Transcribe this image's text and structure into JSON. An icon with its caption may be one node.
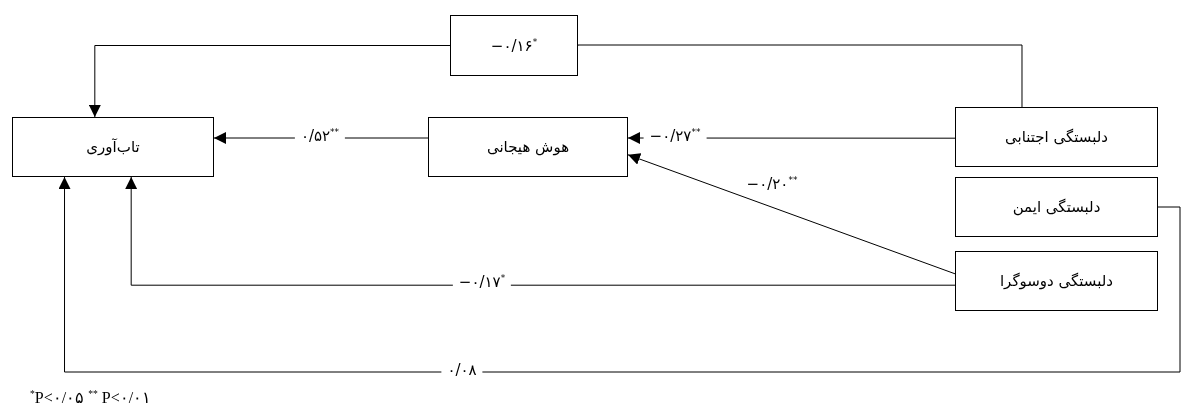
{
  "diagram": {
    "nodes": [
      {
        "text": [
          "تاب‌آوری"
        ]
      },
      {
        "text": [
          "هوش هیجانی"
        ]
      },
      {
        "text": [
          "−۰/۱۶$^{*}$"
        ]
      },
      {
        "text": [
          "دلبستگی اجتنابی"
        ]
      },
      {
        "text": [
          "دلبستگی ایمن"
        ]
      },
      {
        "text": [
          "دلبستگی دوسوگرا"
        ]
      }
    ],
    "edges": [
      {
        "from": 3,
        "to": 2,
        "arrow": "none"
      },
      {
        "from": 2,
        "to": 0,
        "arrow": "to"
      },
      {
        "from": 1,
        "to": 0,
        "arrow": "to",
        "label": "۰/۵۲$^{**}$"
      },
      {
        "from": 3,
        "to": 1,
        "arrow": "to",
        "label": "−۰/۲۷$^{**}$"
      },
      {
        "from": 5,
        "to": 1,
        "arrow": "to",
        "label": "−۰/۲۰$^{**}$"
      },
      {
        "from": 5,
        "to": 0,
        "arrow": "to",
        "label": "−۰/۱۷$^{*}$"
      },
      {
        "from": 4,
        "to": 0,
        "arrow": "to",
        "label": "۰/۰۸"
      }
    ],
    "labels": [
      "$^{*}$P<۰/۰۵ $^{**}$ P<۰/۰۱"
    ]
  }
}
